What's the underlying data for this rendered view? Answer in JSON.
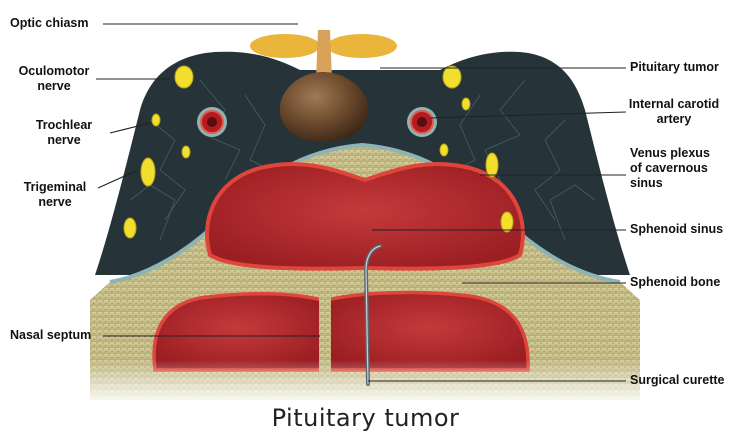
{
  "labels_left": {
    "optic_chiasm": "Optic chiasm",
    "oculomotor_line1": "Oculomotor",
    "oculomotor_line2": "nerve",
    "trochlear_line1": "Trochlear",
    "trochlear_line2": "nerve",
    "trigeminal_line1": "Trigeminal",
    "trigeminal_line2": "nerve",
    "nasal_septum": "Nasal septum"
  },
  "labels_right": {
    "pituitary_tumor": "Pituitary tumor",
    "internal_carotid_line1": "Internal carotid",
    "internal_carotid_line2": "artery",
    "venus_line1": "Venus plexus",
    "venus_line2": "of cavernous",
    "venus_line3": "sinus",
    "sphenoid_sinus": "Sphenoid sinus",
    "sphenoid_bone": "Sphenoid bone",
    "surgical_curette": "Surgical curette"
  },
  "caption": "Pituitary tumor",
  "colors": {
    "cavernous_dark": "#26343a",
    "bone": "#c9c08a",
    "sinus_red": "#b3262a",
    "sinus_border": "#e0453b",
    "nerve_yellow": "#f1de2d",
    "chiasm": "#e9b53b",
    "tumor": "#5a3a22",
    "membrane": "#8fb3b5"
  }
}
